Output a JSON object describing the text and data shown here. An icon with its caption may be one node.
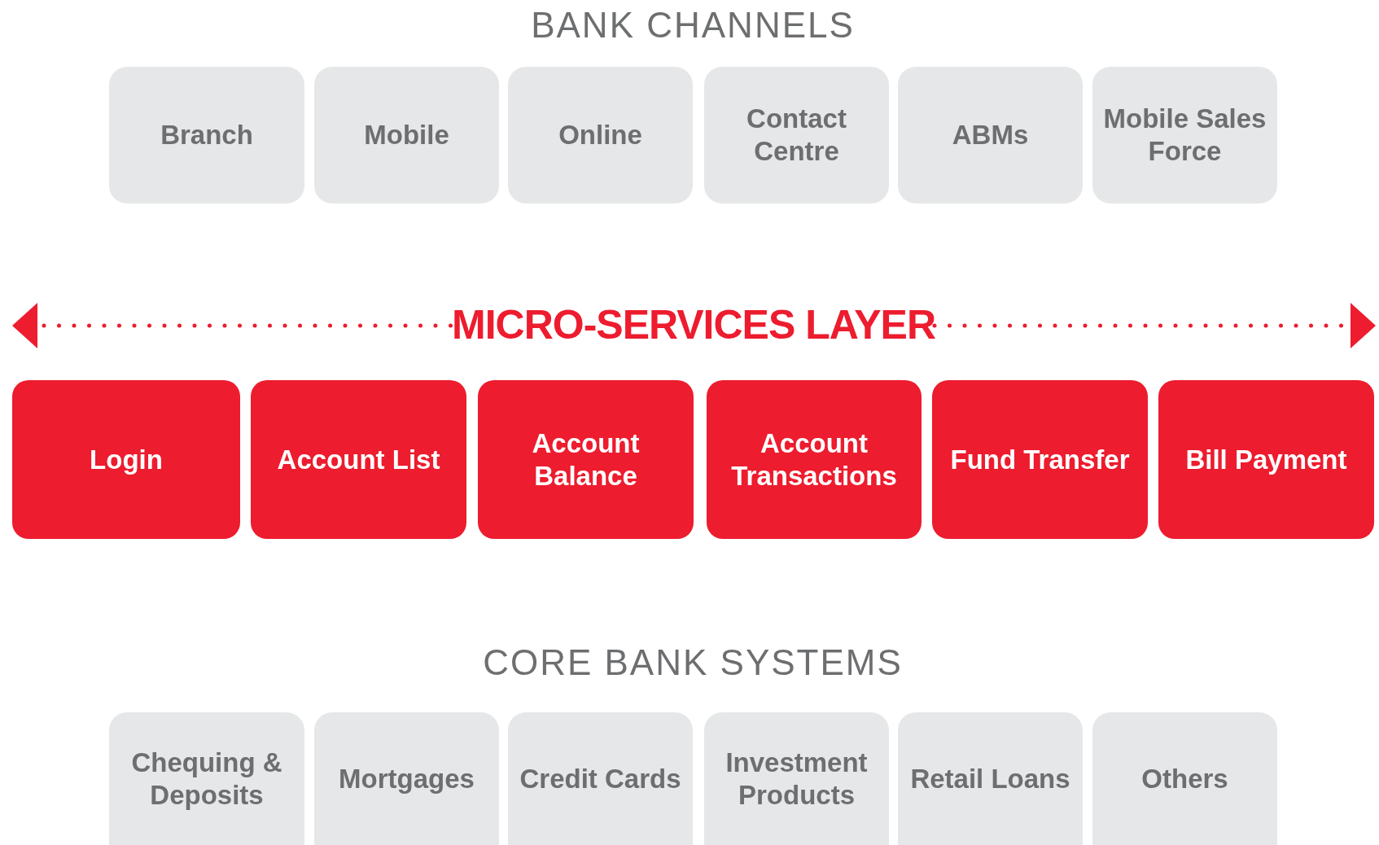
{
  "diagram": {
    "nodes": [
      {
        "text": [
          "Branch"
        ]
      },
      {
        "text": [
          "Mobile"
        ]
      },
      {
        "text": [
          "Online"
        ]
      },
      {
        "text": [
          "Contact Centre"
        ]
      },
      {
        "text": [
          "ABMs"
        ]
      },
      {
        "text": [
          "Mobile Sales Force"
        ]
      },
      {
        "text": [
          "Login"
        ]
      },
      {
        "text": [
          "Account List"
        ]
      },
      {
        "text": [
          "Account Balance"
        ]
      },
      {
        "text": [
          "Account Transactions"
        ]
      },
      {
        "text": [
          "Fund Transfer"
        ]
      },
      {
        "text": [
          "Bill Payment"
        ]
      },
      {
        "text": [
          "Chequing & Deposits"
        ]
      },
      {
        "text": [
          "Mortgages"
        ]
      },
      {
        "text": [
          "Credit Cards"
        ]
      },
      {
        "text": [
          "Investment Products"
        ]
      },
      {
        "text": [
          "Retail Loans"
        ]
      },
      {
        "text": [
          "Others"
        ]
      }
    ],
    "labels": [
      "BANK CHANNELS",
      "MICRO-SERVICES LAYER",
      "CORE BANK SYSTEMS"
    ]
  }
}
